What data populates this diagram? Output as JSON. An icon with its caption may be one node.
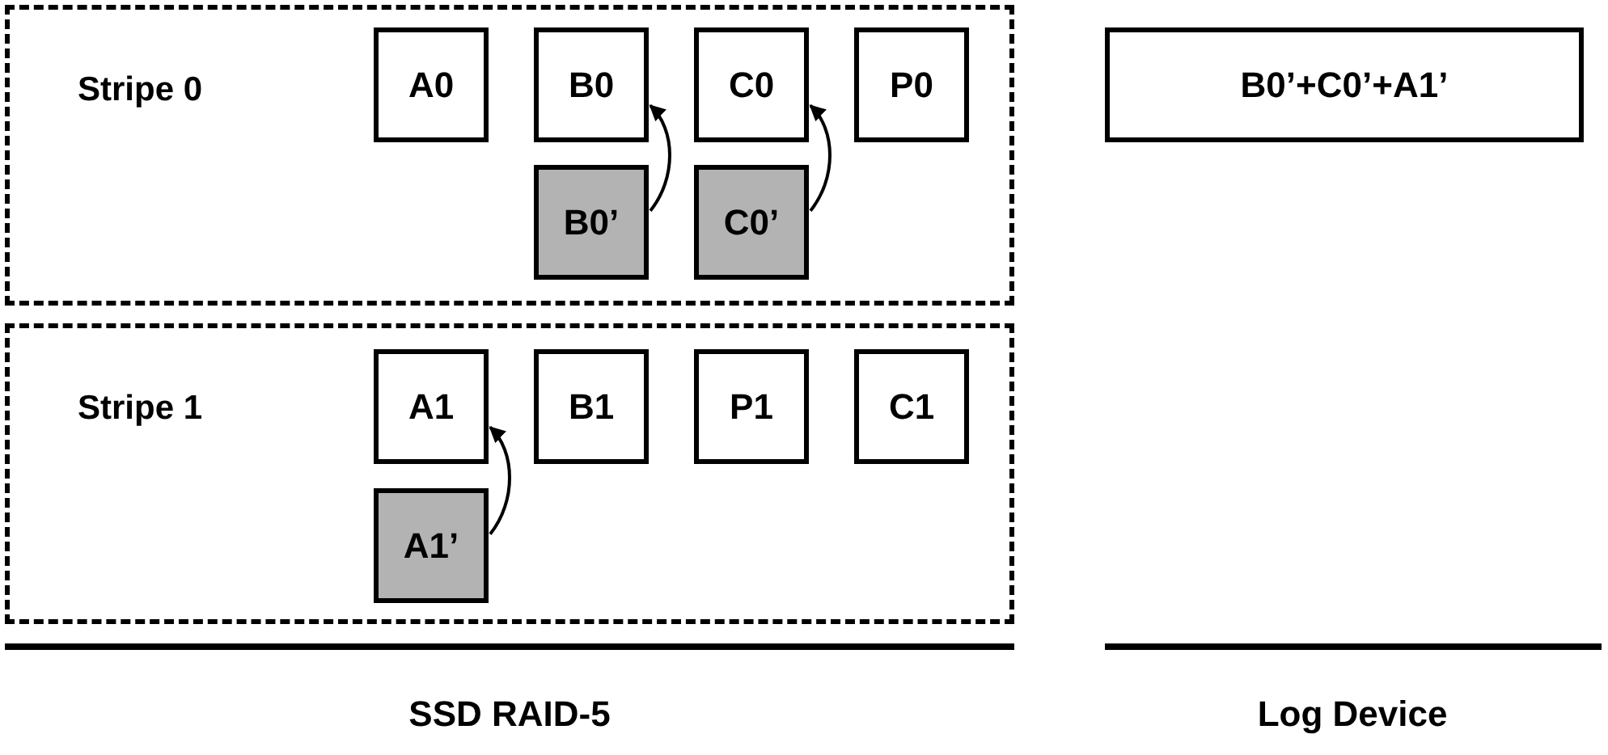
{
  "diagram": {
    "nodes": [
      {
        "text": [
          "Stripe 0"
        ]
      },
      {
        "text": [
          "A0"
        ],
        "in": 0
      },
      {
        "text": [
          "B0"
        ],
        "in": 0
      },
      {
        "text": [
          "C0"
        ],
        "in": 0
      },
      {
        "text": [
          "P0"
        ],
        "in": 0
      },
      {
        "text": [
          "B0’"
        ],
        "in": 0
      },
      {
        "text": [
          "C0’"
        ],
        "in": 0
      },
      {
        "text": [
          "Stripe 1"
        ]
      },
      {
        "text": [
          "A1"
        ],
        "in": 7
      },
      {
        "text": [
          "B1"
        ],
        "in": 7
      },
      {
        "text": [
          "P1"
        ],
        "in": 7
      },
      {
        "text": [
          "C1"
        ],
        "in": 7
      },
      {
        "text": [
          "A1’"
        ],
        "in": 7
      },
      {
        "text": [
          "B0’+C0’+A1’"
        ]
      }
    ],
    "edges": [
      {
        "from": 5,
        "to": 2,
        "arrow": "to"
      },
      {
        "from": 6,
        "to": 3,
        "arrow": "to"
      },
      {
        "from": 12,
        "to": 8,
        "arrow": "to"
      }
    ],
    "labels": [
      "SSD RAID-5",
      "Log Device"
    ]
  }
}
